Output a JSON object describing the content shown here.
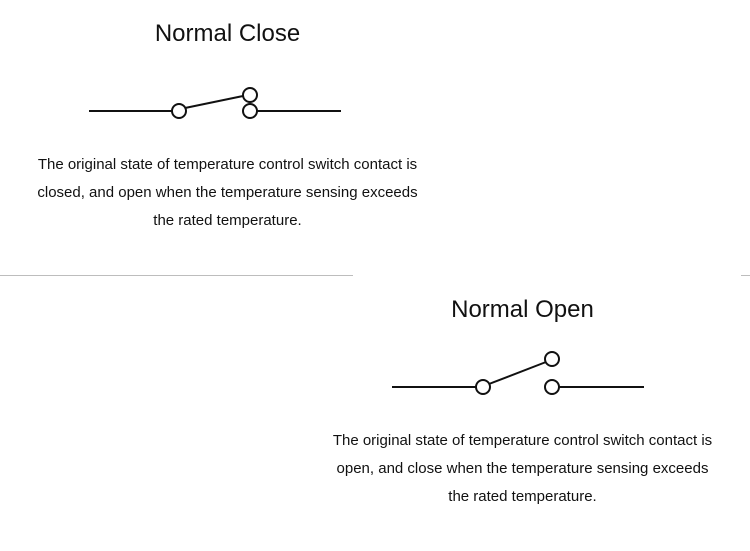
{
  "normal_close": {
    "title": "Normal Close",
    "description": [
      "The original state of temperature control switch contact is",
      "closed, and open when the temperature sensing exceeds",
      "the rated temperature."
    ]
  },
  "normal_open": {
    "title": "Normal Open",
    "description": [
      "The original state of temperature control switch contact is",
      "open, and close when the temperature sensing exceeds",
      "the rated temperature."
    ]
  }
}
